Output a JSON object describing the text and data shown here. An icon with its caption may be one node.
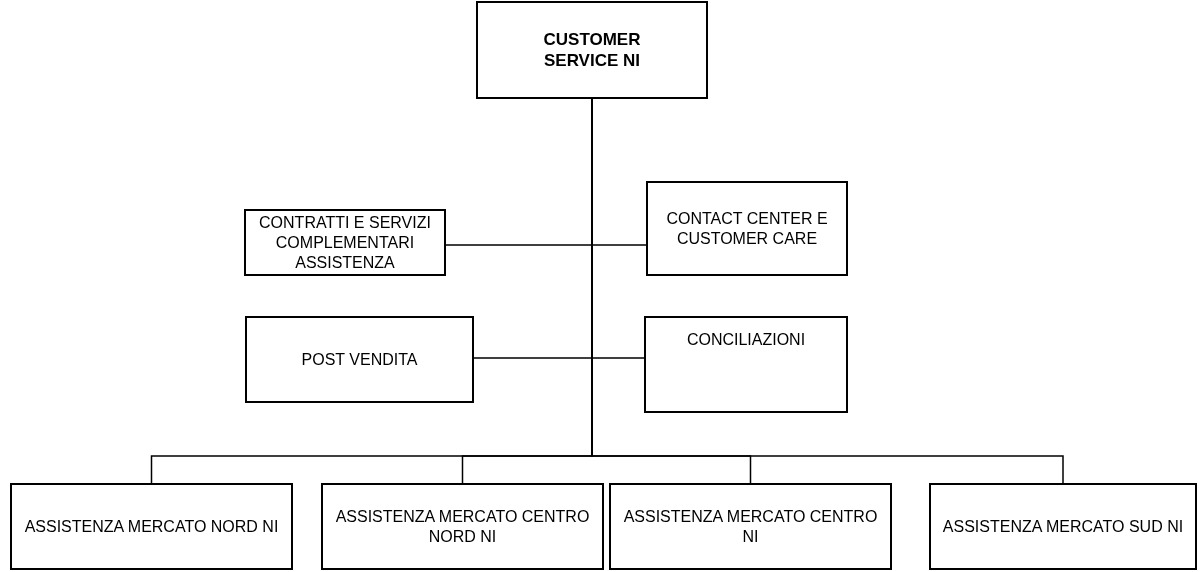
{
  "diagram": {
    "nodes": [
      {
        "text": [
          "CUSTOMER SERVICE NI"
        ]
      },
      {
        "text": [
          "CONTRATTI E SERVIZI COMPLEMENTARI ASSISTENZA"
        ]
      },
      {
        "text": [
          "CONTACT CENTER E CUSTOMER CARE"
        ]
      },
      {
        "text": [
          "POST VENDITA"
        ]
      },
      {
        "text": [
          "CONCILIAZIONI"
        ]
      },
      {
        "text": [
          "ASSISTENZA MERCATO NORD NI"
        ]
      },
      {
        "text": [
          "ASSISTENZA MERCATO CENTRO NORD NI"
        ]
      },
      {
        "text": [
          "ASSISTENZA MERCATO CENTRO NI"
        ]
      },
      {
        "text": [
          "ASSISTENZA MERCATO SUD NI"
        ]
      }
    ],
    "edges": [
      {
        "from": 0,
        "to": 1,
        "arrow": "none"
      },
      {
        "from": 0,
        "to": 2,
        "arrow": "none"
      },
      {
        "from": 0,
        "to": 3,
        "arrow": "none"
      },
      {
        "from": 0,
        "to": 4,
        "arrow": "none"
      },
      {
        "from": 0,
        "to": 5,
        "arrow": "none"
      },
      {
        "from": 0,
        "to": 6,
        "arrow": "none"
      },
      {
        "from": 0,
        "to": 7,
        "arrow": "none"
      },
      {
        "from": 0,
        "to": 8,
        "arrow": "none"
      }
    ]
  }
}
